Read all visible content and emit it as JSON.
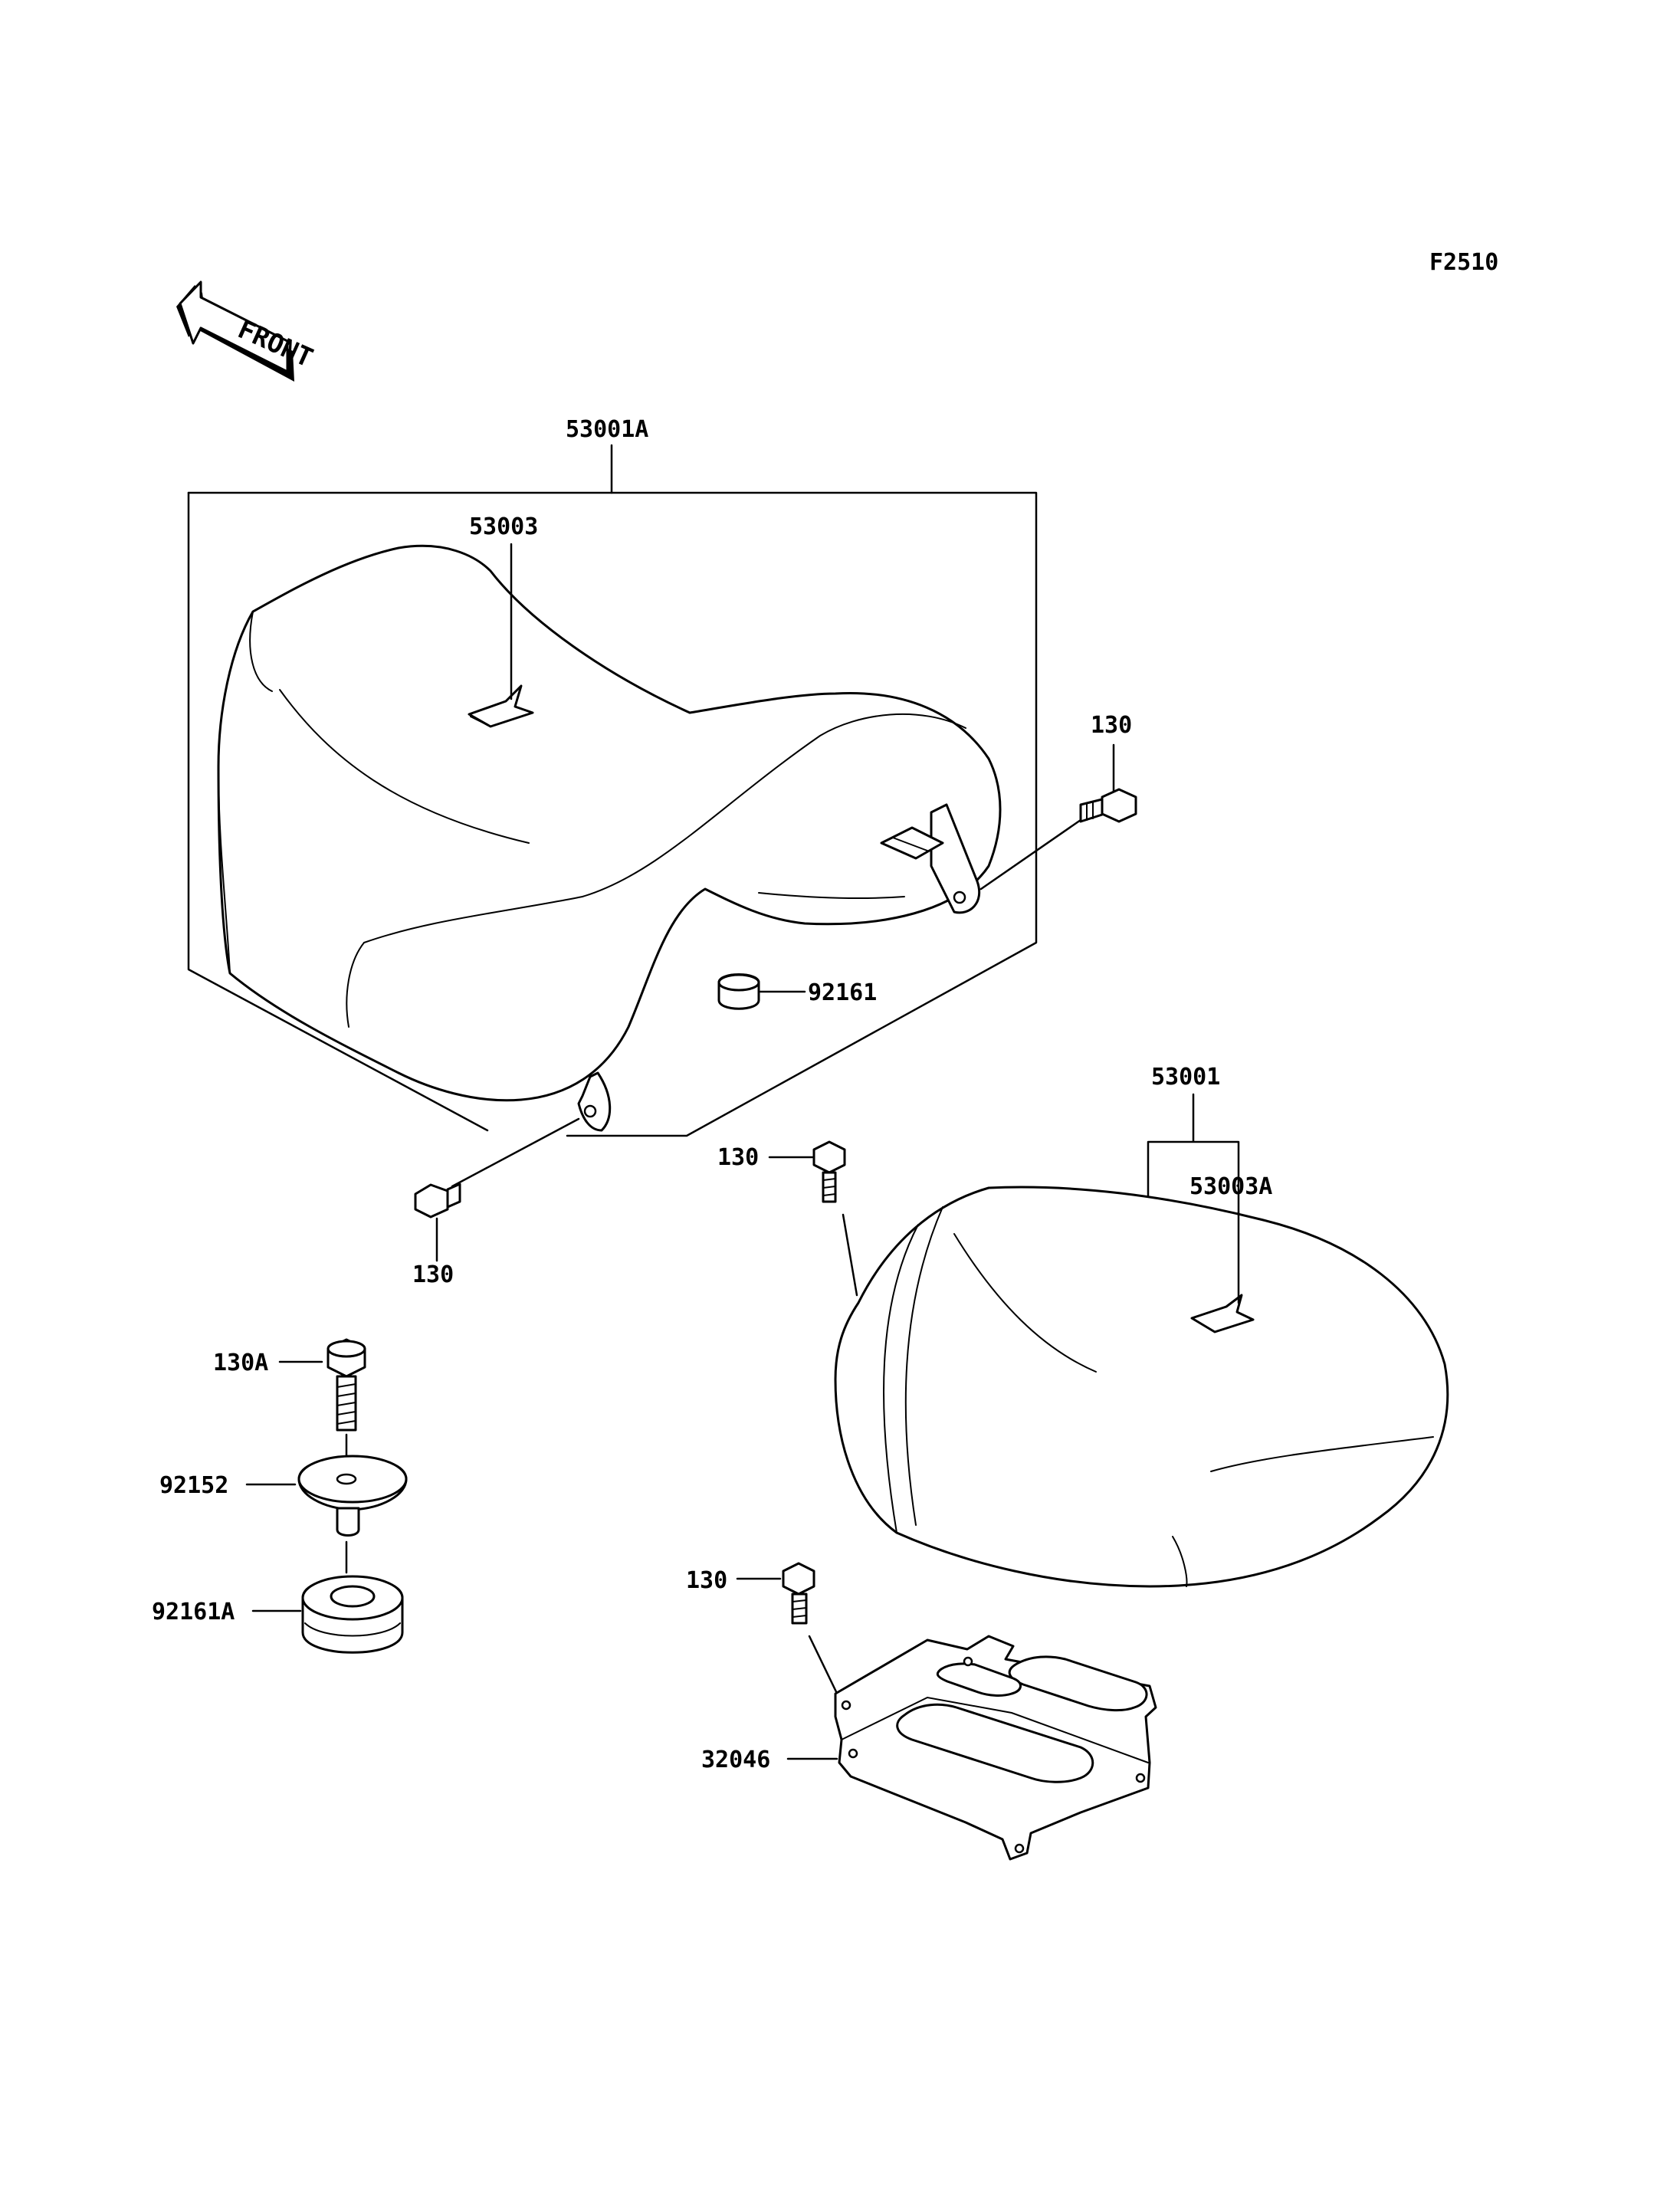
{
  "figure_code": "F2510",
  "front_arrow_label": "FRONT",
  "labels": {
    "front_seat_assy": "53001A",
    "front_seat_cover": "53003",
    "bolt_front_right": "130",
    "damper_92161": "92161",
    "bolt_front_left": "130",
    "rear_seat_assy": "53001",
    "rear_seat_cover": "53003A",
    "bolt_rear_seat": "130",
    "bolt_130A": "130A",
    "collar_92152": "92152",
    "damper_92161A": "92161A",
    "bolt_bracket": "130",
    "bracket_32046": "32046"
  }
}
